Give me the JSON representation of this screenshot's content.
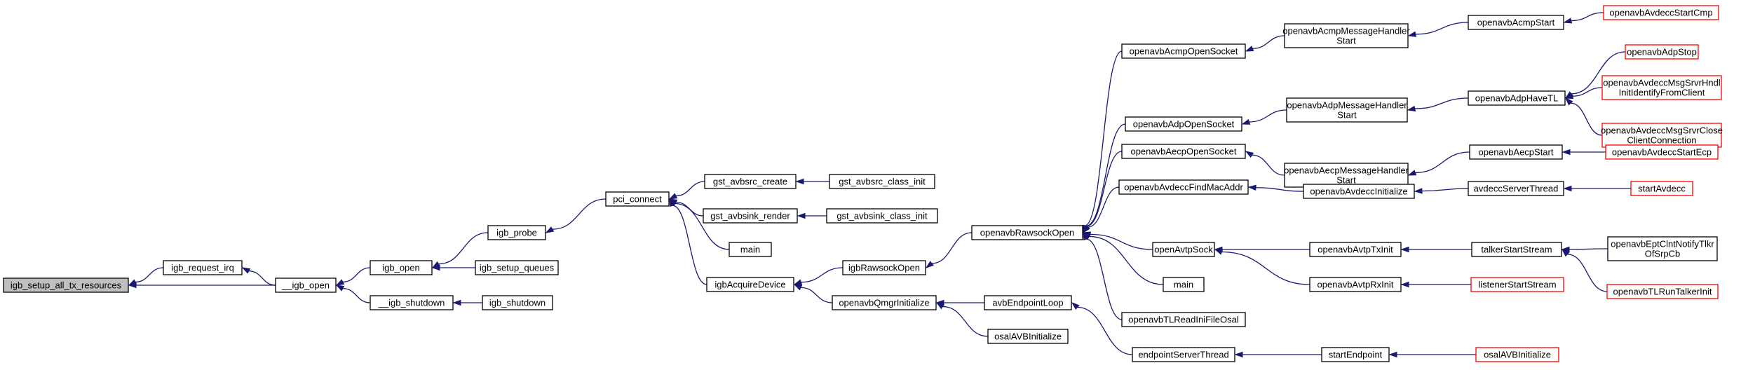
{
  "colors": {
    "edge": "#191970",
    "node_border": "#000000",
    "node_fill": "#ffffff",
    "root_fill": "#bfbfbf",
    "truncated_border": "#ff0000"
  },
  "nodes": {
    "root": {
      "lines": [
        "igb_setup_all_tx_resources"
      ],
      "style": "root"
    },
    "igb_request_irq": {
      "lines": [
        "igb_request_irq"
      ],
      "style": "normal"
    },
    "igb_open_dunder": {
      "lines": [
        "__igb_open"
      ],
      "style": "normal"
    },
    "igb_open": {
      "lines": [
        "igb_open"
      ],
      "style": "normal"
    },
    "igb_shutdown_dunder": {
      "lines": [
        "__igb_shutdown"
      ],
      "style": "normal"
    },
    "igb_probe": {
      "lines": [
        "igb_probe"
      ],
      "style": "normal"
    },
    "igb_setup_queues": {
      "lines": [
        "igb_setup_queues"
      ],
      "style": "normal"
    },
    "igb_shutdown": {
      "lines": [
        "igb_shutdown"
      ],
      "style": "normal"
    },
    "pci_connect": {
      "lines": [
        "pci_connect"
      ],
      "style": "normal"
    },
    "gst_avbsrc_create": {
      "lines": [
        "gst_avbsrc_create"
      ],
      "style": "normal"
    },
    "gst_avbsink_render": {
      "lines": [
        "gst_avbsink_render"
      ],
      "style": "normal"
    },
    "main1": {
      "lines": [
        "main"
      ],
      "style": "normal"
    },
    "igbAcquireDevice": {
      "lines": [
        "igbAcquireDevice"
      ],
      "style": "normal"
    },
    "gst_avbsrc_class_init": {
      "lines": [
        "gst_avbsrc_class_init"
      ],
      "style": "normal"
    },
    "gst_avbsink_class_init": {
      "lines": [
        "gst_avbsink_class_init"
      ],
      "style": "normal"
    },
    "igbRawsockOpen": {
      "lines": [
        "igbRawsockOpen"
      ],
      "style": "normal"
    },
    "openavbQmgrInitialize": {
      "lines": [
        "openavbQmgrInitialize"
      ],
      "style": "normal"
    },
    "openavbRawsockOpen": {
      "lines": [
        "openavbRawsockOpen"
      ],
      "style": "normal"
    },
    "avbEndpointLoop": {
      "lines": [
        "avbEndpointLoop"
      ],
      "style": "normal"
    },
    "osalAVBInitialize1": {
      "lines": [
        "osalAVBInitialize"
      ],
      "style": "normal"
    },
    "openavbAcmpOpenSocket": {
      "lines": [
        "openavbAcmpOpenSocket"
      ],
      "style": "normal"
    },
    "openavbAdpOpenSocket": {
      "lines": [
        "openavbAdpOpenSocket"
      ],
      "style": "normal"
    },
    "openavbAecpOpenSocket": {
      "lines": [
        "openavbAecpOpenSocket"
      ],
      "style": "normal"
    },
    "openavbAvdeccFindMacAddr": {
      "lines": [
        "openavbAvdeccFindMacAddr"
      ],
      "style": "normal"
    },
    "openAvtpSock": {
      "lines": [
        "openAvtpSock"
      ],
      "style": "normal"
    },
    "main2": {
      "lines": [
        "main"
      ],
      "style": "normal"
    },
    "openavbTLReadIniFileOsal": {
      "lines": [
        "openavbTLReadIniFileOsal"
      ],
      "style": "normal"
    },
    "endpointServerThread": {
      "lines": [
        "endpointServerThread"
      ],
      "style": "normal"
    },
    "openavbAcmpMessageHandlerStart": {
      "lines": [
        "openavbAcmpMessageHandler",
        "Start"
      ],
      "style": "normal"
    },
    "openavbAdpMessageHandlerStart": {
      "lines": [
        "openavbAdpMessageHandler",
        "Start"
      ],
      "style": "normal"
    },
    "openavbAecpMessageHandlerStart": {
      "lines": [
        "openavbAecpMessageHandler",
        "Start"
      ],
      "style": "normal"
    },
    "openavbAvdeccInitialize": {
      "lines": [
        "openavbAvdeccInitialize"
      ],
      "style": "normal"
    },
    "openavbAvtpTxInit": {
      "lines": [
        "openavbAvtpTxInit"
      ],
      "style": "normal"
    },
    "openavbAvtpRxInit": {
      "lines": [
        "openavbAvtpRxInit"
      ],
      "style": "normal"
    },
    "startEndpoint": {
      "lines": [
        "startEndpoint"
      ],
      "style": "normal"
    },
    "openavbAcmpStart": {
      "lines": [
        "openavbAcmpStart"
      ],
      "style": "normal"
    },
    "openavbAdpHaveTL": {
      "lines": [
        "openavbAdpHaveTL"
      ],
      "style": "normal"
    },
    "openavbAecpStart": {
      "lines": [
        "openavbAecpStart"
      ],
      "style": "normal"
    },
    "avdeccServerThread": {
      "lines": [
        "avdeccServerThread"
      ],
      "style": "normal"
    },
    "talkerStartStream": {
      "lines": [
        "talkerStartStream"
      ],
      "style": "normal"
    },
    "listenerStartStream": {
      "lines": [
        "listenerStartStream"
      ],
      "style": "truncated"
    },
    "osalAVBInitialize2": {
      "lines": [
        "osalAVBInitialize"
      ],
      "style": "truncated"
    },
    "openavbAvdeccStartCmp": {
      "lines": [
        "openavbAvdeccStartCmp"
      ],
      "style": "truncated"
    },
    "openavbAdpStop": {
      "lines": [
        "openavbAdpStop"
      ],
      "style": "truncated"
    },
    "openavbAvdeccMsgSrvrHndlInit": {
      "lines": [
        "openavbAvdeccMsgSrvrHndl",
        "InitIdentifyFromClient"
      ],
      "style": "truncated"
    },
    "openavbAvdeccMsgSrvrClose": {
      "lines": [
        "openavbAvdeccMsgSrvrClose",
        "ClientConnection"
      ],
      "style": "truncated"
    },
    "openavbAvdeccStartEcp": {
      "lines": [
        "openavbAvdeccStartEcp"
      ],
      "style": "truncated"
    },
    "startAvdecc": {
      "lines": [
        "startAvdecc"
      ],
      "style": "truncated"
    },
    "openavbEptClntNotifyTlkr": {
      "lines": [
        "openavbEptClntNotifyTlkr",
        "OfSrpCb"
      ],
      "style": "normal"
    },
    "openavbTLRunTalkerInit": {
      "lines": [
        "openavbTLRunTalkerInit"
      ],
      "style": "truncated"
    }
  },
  "edges": [
    [
      "igb_request_irq",
      "root"
    ],
    [
      "igb_open_dunder",
      "root"
    ],
    [
      "igb_open_dunder",
      "igb_request_irq"
    ],
    [
      "igb_open",
      "igb_open_dunder"
    ],
    [
      "igb_shutdown_dunder",
      "igb_open_dunder"
    ],
    [
      "igb_probe",
      "igb_open"
    ],
    [
      "igb_setup_queues",
      "igb_open"
    ],
    [
      "igb_shutdown",
      "igb_shutdown_dunder"
    ],
    [
      "pci_connect",
      "igb_probe"
    ],
    [
      "gst_avbsrc_create",
      "pci_connect"
    ],
    [
      "gst_avbsink_render",
      "pci_connect"
    ],
    [
      "main1",
      "pci_connect"
    ],
    [
      "igbAcquireDevice",
      "pci_connect"
    ],
    [
      "gst_avbsrc_class_init",
      "gst_avbsrc_create"
    ],
    [
      "gst_avbsink_class_init",
      "gst_avbsink_render"
    ],
    [
      "igbRawsockOpen",
      "igbAcquireDevice"
    ],
    [
      "openavbQmgrInitialize",
      "igbAcquireDevice"
    ],
    [
      "openavbRawsockOpen",
      "igbRawsockOpen"
    ],
    [
      "avbEndpointLoop",
      "openavbQmgrInitialize"
    ],
    [
      "osalAVBInitialize1",
      "openavbQmgrInitialize"
    ],
    [
      "openavbAcmpOpenSocket",
      "openavbRawsockOpen"
    ],
    [
      "openavbAdpOpenSocket",
      "openavbRawsockOpen"
    ],
    [
      "openavbAecpOpenSocket",
      "openavbRawsockOpen"
    ],
    [
      "openavbAvdeccFindMacAddr",
      "openavbRawsockOpen"
    ],
    [
      "openAvtpSock",
      "openavbRawsockOpen"
    ],
    [
      "main2",
      "openavbRawsockOpen"
    ],
    [
      "openavbTLReadIniFileOsal",
      "openavbRawsockOpen"
    ],
    [
      "endpointServerThread",
      "avbEndpointLoop"
    ],
    [
      "openavbAcmpMessageHandlerStart",
      "openavbAcmpOpenSocket"
    ],
    [
      "openavbAdpMessageHandlerStart",
      "openavbAdpOpenSocket"
    ],
    [
      "openavbAecpMessageHandlerStart",
      "openavbAecpOpenSocket"
    ],
    [
      "openavbAvdeccInitialize",
      "openavbAvdeccFindMacAddr"
    ],
    [
      "openavbAvtpTxInit",
      "openAvtpSock"
    ],
    [
      "openavbAvtpRxInit",
      "openAvtpSock"
    ],
    [
      "startEndpoint",
      "endpointServerThread"
    ],
    [
      "openavbAcmpStart",
      "openavbAcmpMessageHandlerStart"
    ],
    [
      "openavbAdpHaveTL",
      "openavbAdpMessageHandlerStart"
    ],
    [
      "openavbAecpStart",
      "openavbAecpMessageHandlerStart"
    ],
    [
      "avdeccServerThread",
      "openavbAvdeccInitialize"
    ],
    [
      "talkerStartStream",
      "openavbAvtpTxInit"
    ],
    [
      "listenerStartStream",
      "openavbAvtpRxInit"
    ],
    [
      "osalAVBInitialize2",
      "startEndpoint"
    ],
    [
      "openavbAvdeccStartCmp",
      "openavbAcmpStart"
    ],
    [
      "openavbAdpStop",
      "openavbAdpHaveTL"
    ],
    [
      "openavbAvdeccMsgSrvrHndlInit",
      "openavbAdpHaveTL"
    ],
    [
      "openavbAvdeccMsgSrvrClose",
      "openavbAdpHaveTL"
    ],
    [
      "openavbAvdeccStartEcp",
      "openavbAecpStart"
    ],
    [
      "startAvdecc",
      "avdeccServerThread"
    ],
    [
      "openavbEptClntNotifyTlkr",
      "talkerStartStream"
    ],
    [
      "openavbTLRunTalkerInit",
      "talkerStartStream"
    ]
  ]
}
